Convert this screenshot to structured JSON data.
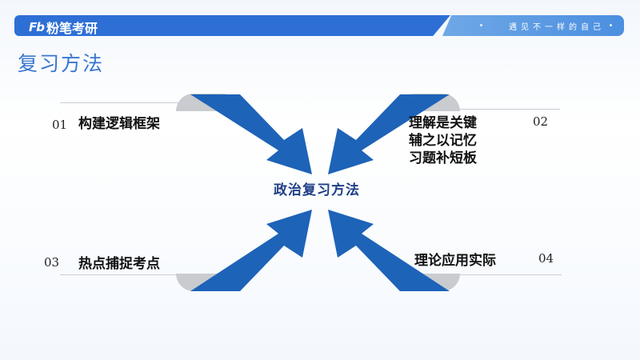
{
  "header": {
    "brand": "粉笔考研",
    "brand_mark": "Fb",
    "slogan": "遇见不一样的自己"
  },
  "page": {
    "title": "复习方法"
  },
  "diagram": {
    "center": "政治复习方法",
    "items": [
      {
        "number": "01",
        "lines": [
          "构建逻辑框架"
        ]
      },
      {
        "number": "02",
        "lines": [
          "理解是关键",
          "辅之以记忆",
          "习题补短板"
        ]
      },
      {
        "number": "03",
        "lines": [
          "热点捕捉考点"
        ]
      },
      {
        "number": "04",
        "lines": [
          "理论应用实际"
        ]
      }
    ]
  },
  "colors": {
    "brand_blue": "#2e6fd6",
    "arrow_blue": "#1d63b8",
    "title_blue": "#3a76cf"
  }
}
